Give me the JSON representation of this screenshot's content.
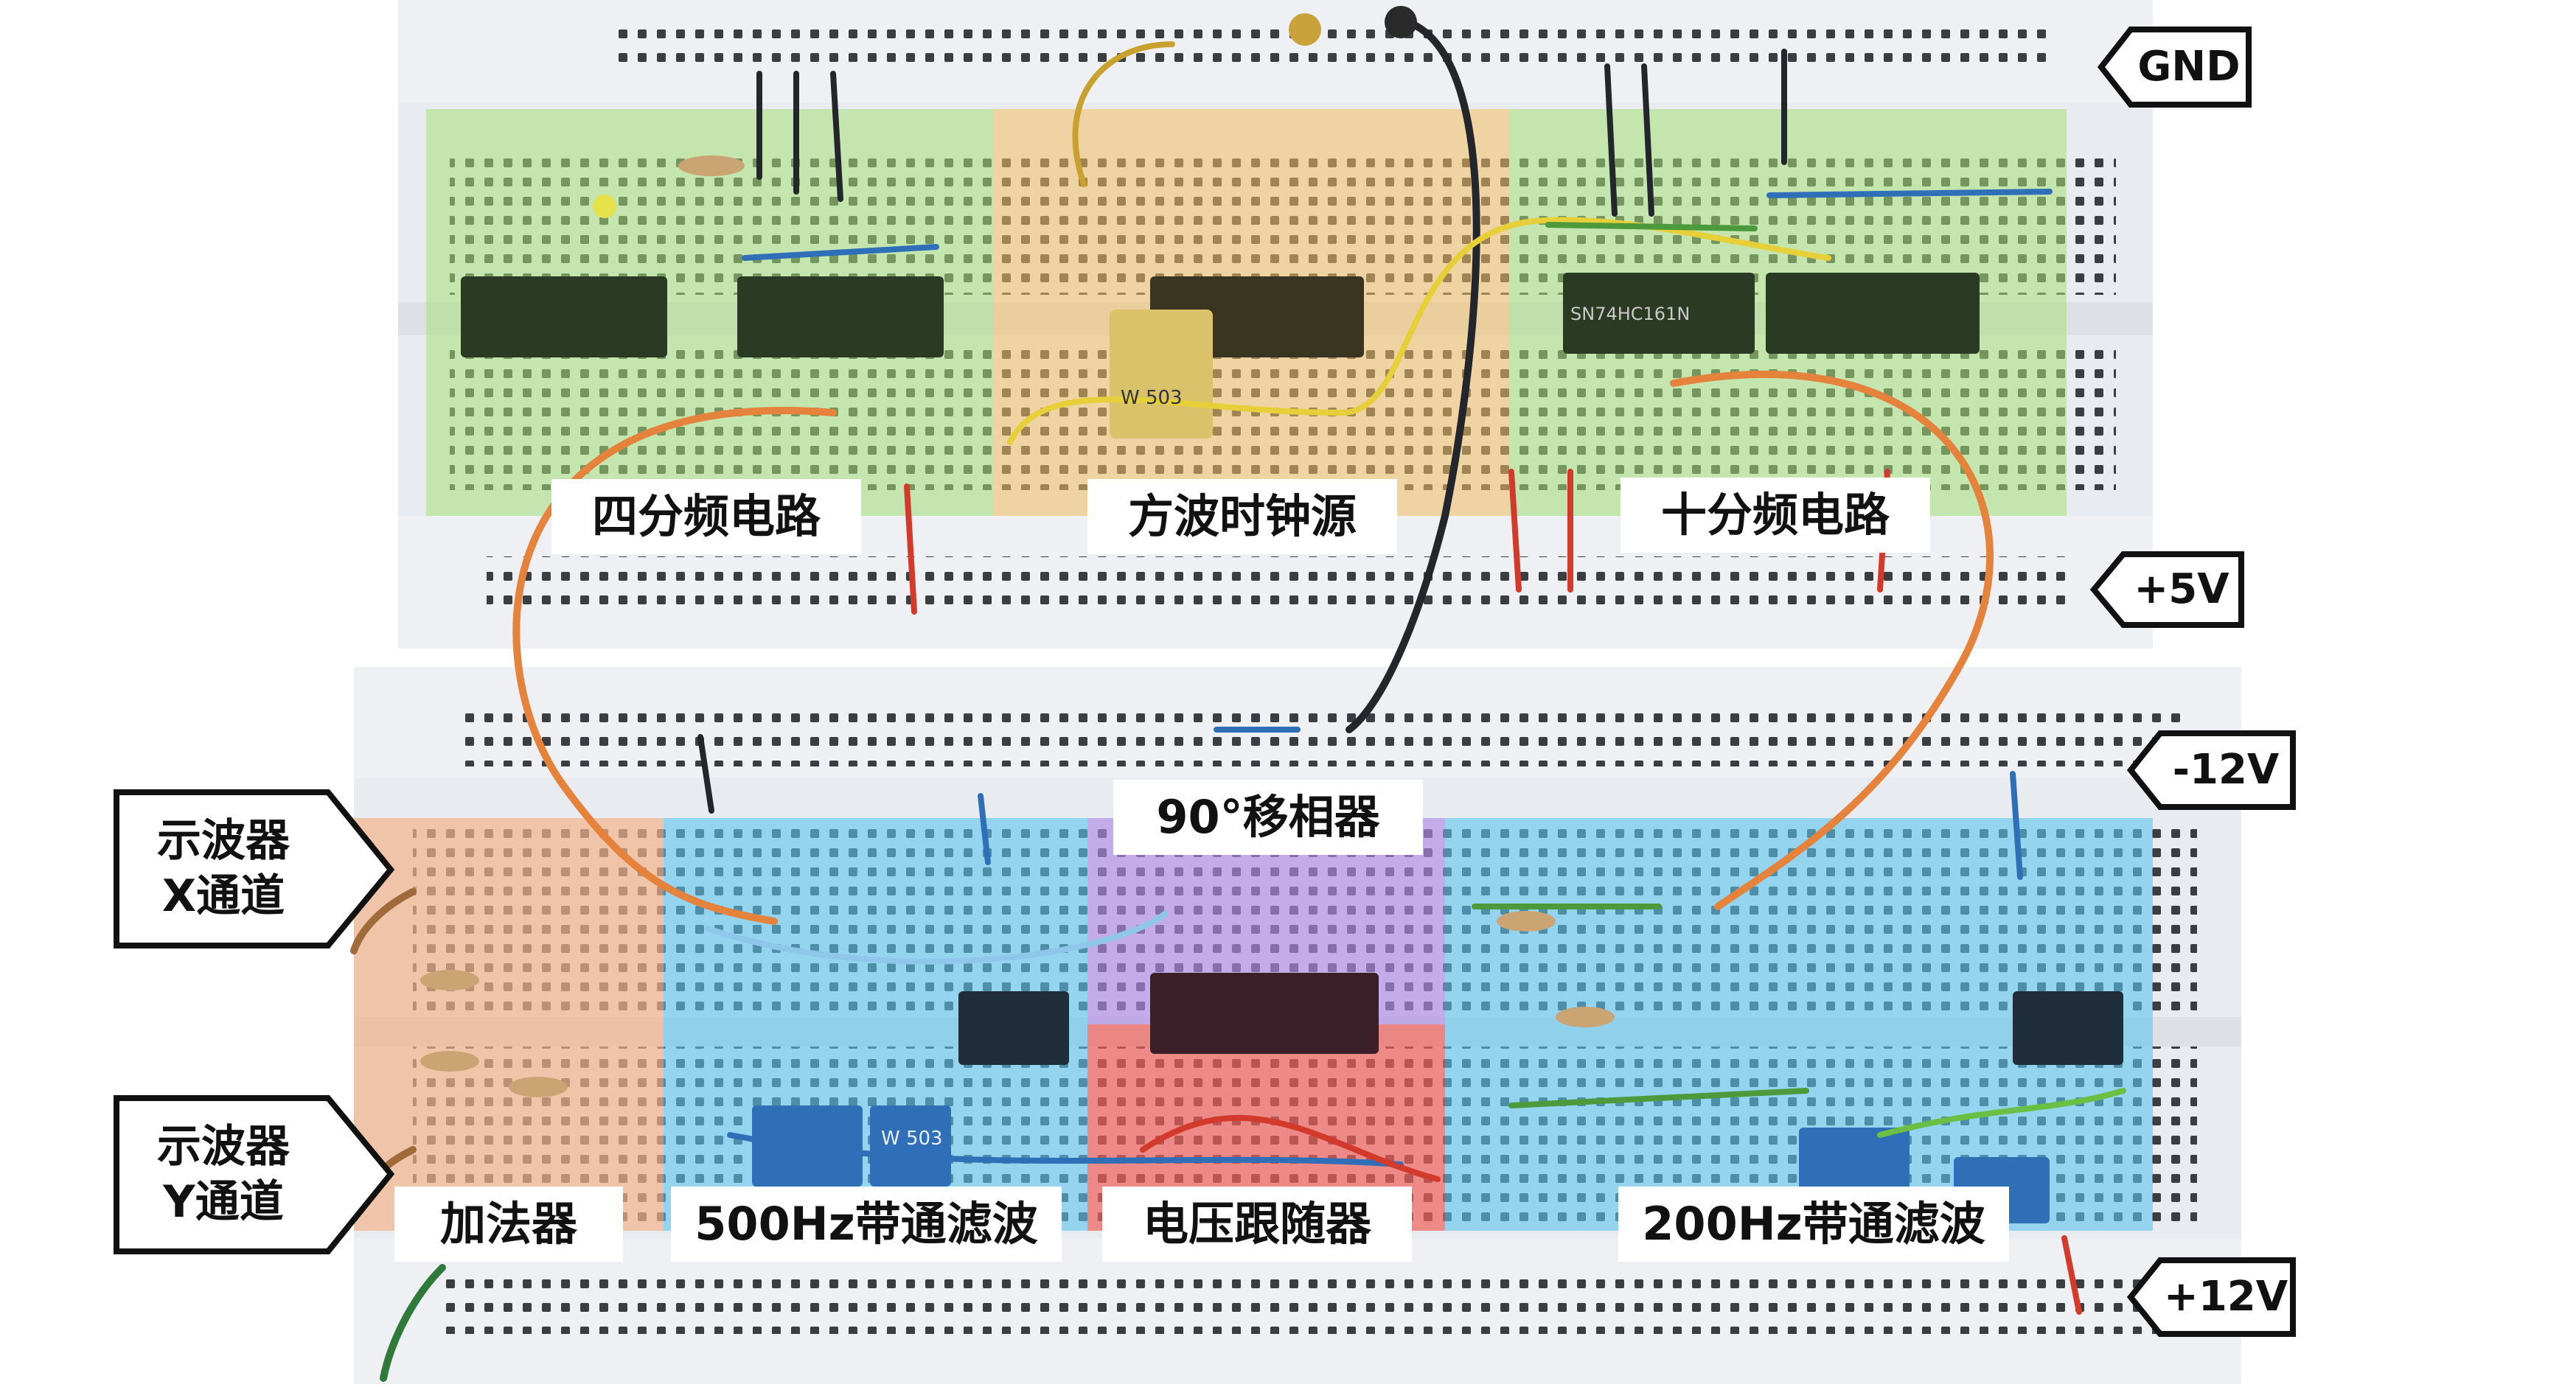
{
  "region_labels": {
    "divide_by_four": "四分频电路",
    "square_clock": "方波时钟源",
    "divide_by_ten": "十分频电路",
    "phase_shifter": "90°移相器",
    "adder": "加法器",
    "bandpass_500": "500Hz带通滤波",
    "voltage_follower": "电压跟随器",
    "bandpass_200": "200Hz带通滤波"
  },
  "scope_labels": {
    "x_channel": [
      "示波器",
      "X通道"
    ],
    "y_channel": [
      "示波器",
      "Y通道"
    ]
  },
  "rail_labels": {
    "gnd": "GND",
    "plus5": "+5V",
    "minus12": "-12V",
    "plus12": "+12V"
  },
  "component_marks": {
    "pot_top": "W 503",
    "pot_bottom": "W 503",
    "chip_top_right": "SN74HC161N"
  },
  "colors": {
    "green_region": "#a7e07a",
    "orange_region": "#f5c062",
    "peach_region": "#f2b48a",
    "blue_region": "#5ec4ee",
    "purple_region": "#b08ae6",
    "red_region": "#f0605a",
    "breadboard": "#e9ecf1",
    "wire_orange": "#e5823c",
    "wire_black": "#23262b",
    "wire_yellow": "#e7cf3a",
    "wire_blue": "#2f6fb8",
    "wire_green": "#4c9a3c",
    "wire_red": "#d23b2b"
  }
}
